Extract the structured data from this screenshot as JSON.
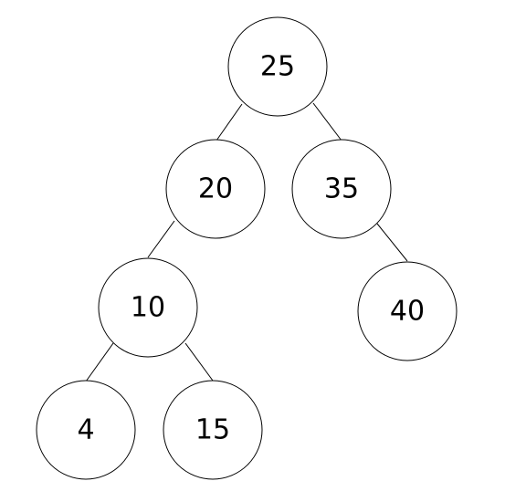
{
  "tree": {
    "nodes": [
      {
        "id": "n25",
        "label": "25"
      },
      {
        "id": "n20",
        "label": "20"
      },
      {
        "id": "n35",
        "label": "35"
      },
      {
        "id": "n10",
        "label": "10"
      },
      {
        "id": "n40",
        "label": "40"
      },
      {
        "id": "n4",
        "label": "4"
      },
      {
        "id": "n15",
        "label": "15"
      }
    ],
    "edges": [
      {
        "from": "n25",
        "to": "n20"
      },
      {
        "from": "n25",
        "to": "n35"
      },
      {
        "from": "n20",
        "to": "n10"
      },
      {
        "from": "n35",
        "to": "n40"
      },
      {
        "from": "n10",
        "to": "n4"
      },
      {
        "from": "n10",
        "to": "n15"
      }
    ]
  }
}
